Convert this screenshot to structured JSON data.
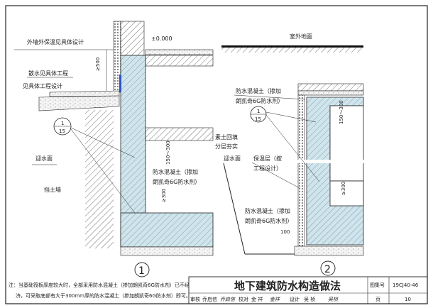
{
  "colors": {
    "waterproof_concrete": "#cfe5ee",
    "line": "#222222"
  },
  "detail1": {
    "insulation_label": "外墙外保温见具体设计",
    "elevation": "±0.000",
    "dim_500": "≥500",
    "apron_label": "散水见具体工程",
    "design_label": "见具体工程设计",
    "ref_num": "1",
    "ref_den": "15",
    "water_face": "迎水面",
    "retaining_wall": "挡土墙",
    "wp_concrete_1": "防水混凝土（掺加",
    "wp_concrete_2": "朗凯奇6G防水剂）",
    "dim_150_300": "150～300",
    "dim_300": "≥300",
    "number": "1"
  },
  "detail2": {
    "ground": "室外地面",
    "wp_top_1": "防水混凝土（掺加",
    "wp_top_2": "朗凯奇6G防水剂）",
    "ref_num": "1",
    "ref_den": "15",
    "backfill_1": "素土回填",
    "backfill_2": "分层夯实",
    "water_face": "迎水面",
    "insul_1": "保温层（按",
    "insul_2": "工程设计）",
    "wp_bot_1": "防水混凝土（掺加",
    "wp_bot_2": "朗凯奇6G防水剂）",
    "dim_100": "100",
    "dim_150_300": "150～300",
    "dim_300": "≥300",
    "number": "2"
  },
  "note": {
    "line1": "注：当基础筏板厚度较大时，全部采用防水混凝土（掺加朗凯奇6G防水剂）已不经",
    "line2": "济，可采取底部有大于300mm厚的防水混凝土（掺加朗凯奇6G防水剂）即可。"
  },
  "title_block": {
    "title": "地下建筑防水构造做法",
    "atlas_label": "图集号",
    "atlas_no": "19CJ40-46",
    "review_label": "审核",
    "reviewer": "乔启信",
    "reviewer_sig": "乔启信",
    "check_label": "校对",
    "checker": "金 祥",
    "checker_sig": "金祥",
    "design_label": "设计",
    "designer": "吴 桢",
    "designer_sig": "吴桢",
    "page_label": "页",
    "page_no": "10"
  }
}
